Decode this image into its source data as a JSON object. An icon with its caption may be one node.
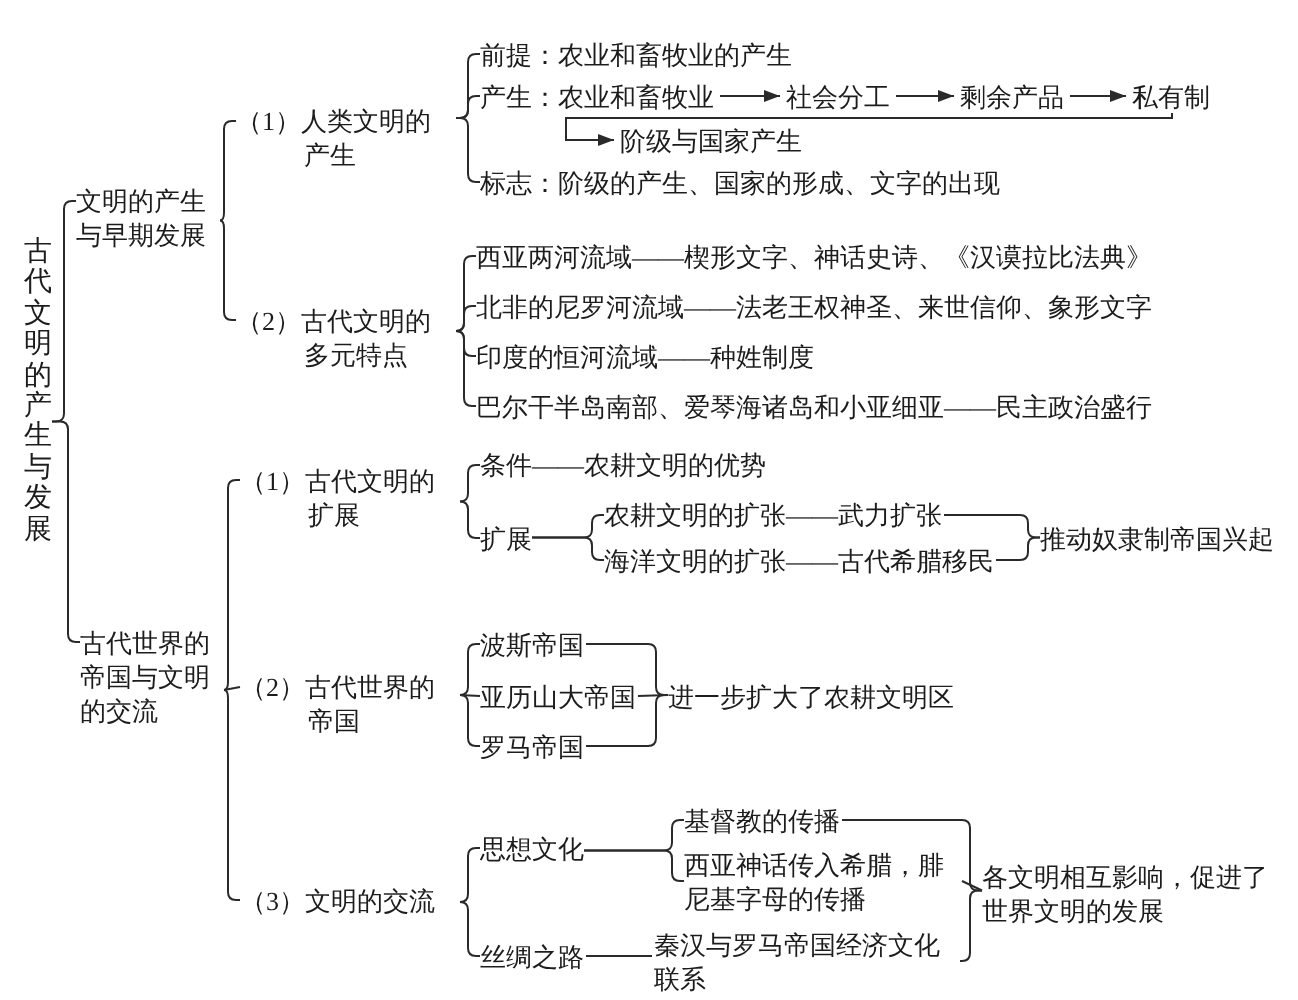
{
  "diagram": {
    "nodes": [
      {
        "text": [
          "古代文明的产生与发展"
        ]
      },
      {
        "text": [
          "文明的产生与早期发展"
        ]
      },
      {
        "text": [
          "（1）人类文明的产生"
        ]
      },
      {
        "text": [
          "前提：农业和畜牧业的产生"
        ]
      },
      {
        "text": [
          "产生：农业和畜牧业"
        ]
      },
      {
        "text": [
          "社会分工"
        ]
      },
      {
        "text": [
          "剩余产品"
        ]
      },
      {
        "text": [
          "私有制"
        ]
      },
      {
        "text": [
          "阶级与国家产生"
        ]
      },
      {
        "text": [
          "标志：阶级的产生、国家的形成、文字的出现"
        ]
      },
      {
        "text": [
          "（2）古代文明的多元特点"
        ]
      },
      {
        "text": [
          "西亚两河流域——楔形文字、神话史诗、《汉谟拉比法典》"
        ]
      },
      {
        "text": [
          "北非的尼罗河流域——法老王权神圣、来世信仰、象形文字"
        ]
      },
      {
        "text": [
          "印度的恒河流域——种姓制度"
        ]
      },
      {
        "text": [
          "巴尔干半岛南部、爱琴海诸岛和小亚细亚——民主政治盛行"
        ]
      },
      {
        "text": [
          "古代世界的帝国与文明的交流"
        ]
      },
      {
        "text": [
          "（1）古代文明的扩展"
        ]
      },
      {
        "text": [
          "条件——农耕文明的优势"
        ]
      },
      {
        "text": [
          "扩展"
        ]
      },
      {
        "text": [
          "农耕文明的扩张——武力扩张"
        ]
      },
      {
        "text": [
          "海洋文明的扩张——古代希腊移民"
        ]
      },
      {
        "text": [
          "推动奴隶制帝国兴起"
        ]
      },
      {
        "text": [
          "（2）古代世界的帝国"
        ]
      },
      {
        "text": [
          "波斯帝国"
        ]
      },
      {
        "text": [
          "亚历山大帝国"
        ]
      },
      {
        "text": [
          "罗马帝国"
        ]
      },
      {
        "text": [
          "进一步扩大了农耕文明区"
        ]
      },
      {
        "text": [
          "（3）文明的交流"
        ]
      },
      {
        "text": [
          "思想文化"
        ]
      },
      {
        "text": [
          "基督教的传播"
        ]
      },
      {
        "text": [
          "西亚神话传入希腊，腓尼基字母的传播"
        ]
      },
      {
        "text": [
          "丝绸之路"
        ]
      },
      {
        "text": [
          "秦汉与罗马帝国经济文化联系"
        ]
      },
      {
        "text": [
          "各文明相互影响，促进了世界文明的发展"
        ]
      }
    ],
    "edges": [
      {
        "from": 0,
        "to": 1,
        "arrow": "none"
      },
      {
        "from": 0,
        "to": 15,
        "arrow": "none"
      },
      {
        "from": 1,
        "to": 2,
        "arrow": "none"
      },
      {
        "from": 1,
        "to": 10,
        "arrow": "none"
      },
      {
        "from": 2,
        "to": 3,
        "arrow": "none"
      },
      {
        "from": 2,
        "to": 4,
        "arrow": "none"
      },
      {
        "from": 2,
        "to": 9,
        "arrow": "none"
      },
      {
        "from": 4,
        "to": 5,
        "arrow": "to"
      },
      {
        "from": 5,
        "to": 6,
        "arrow": "to"
      },
      {
        "from": 6,
        "to": 7,
        "arrow": "to"
      },
      {
        "from": 7,
        "to": 8,
        "arrow": "to"
      },
      {
        "from": 10,
        "to": 11,
        "arrow": "none"
      },
      {
        "from": 10,
        "to": 12,
        "arrow": "none"
      },
      {
        "from": 10,
        "to": 13,
        "arrow": "none"
      },
      {
        "from": 10,
        "to": 14,
        "arrow": "none"
      },
      {
        "from": 15,
        "to": 16,
        "arrow": "none"
      },
      {
        "from": 15,
        "to": 22,
        "arrow": "none"
      },
      {
        "from": 15,
        "to": 27,
        "arrow": "none"
      },
      {
        "from": 16,
        "to": 17,
        "arrow": "none"
      },
      {
        "from": 16,
        "to": 18,
        "arrow": "none"
      },
      {
        "from": 18,
        "to": 19,
        "arrow": "none"
      },
      {
        "from": 18,
        "to": 20,
        "arrow": "none"
      },
      {
        "from": 19,
        "to": 21,
        "arrow": "none"
      },
      {
        "from": 20,
        "to": 21,
        "arrow": "none"
      },
      {
        "from": 22,
        "to": 23,
        "arrow": "none"
      },
      {
        "from": 22,
        "to": 24,
        "arrow": "none"
      },
      {
        "from": 22,
        "to": 25,
        "arrow": "none"
      },
      {
        "from": 23,
        "to": 26,
        "arrow": "none"
      },
      {
        "from": 24,
        "to": 26,
        "arrow": "none"
      },
      {
        "from": 25,
        "to": 26,
        "arrow": "none"
      },
      {
        "from": 27,
        "to": 28,
        "arrow": "none"
      },
      {
        "from": 27,
        "to": 31,
        "arrow": "none"
      },
      {
        "from": 28,
        "to": 29,
        "arrow": "none"
      },
      {
        "from": 28,
        "to": 30,
        "arrow": "none"
      },
      {
        "from": 29,
        "to": 33,
        "arrow": "none"
      },
      {
        "from": 30,
        "to": 33,
        "arrow": "none"
      },
      {
        "from": 31,
        "to": 32,
        "arrow": "none"
      },
      {
        "from": 32,
        "to": 33,
        "arrow": "none"
      }
    ]
  }
}
